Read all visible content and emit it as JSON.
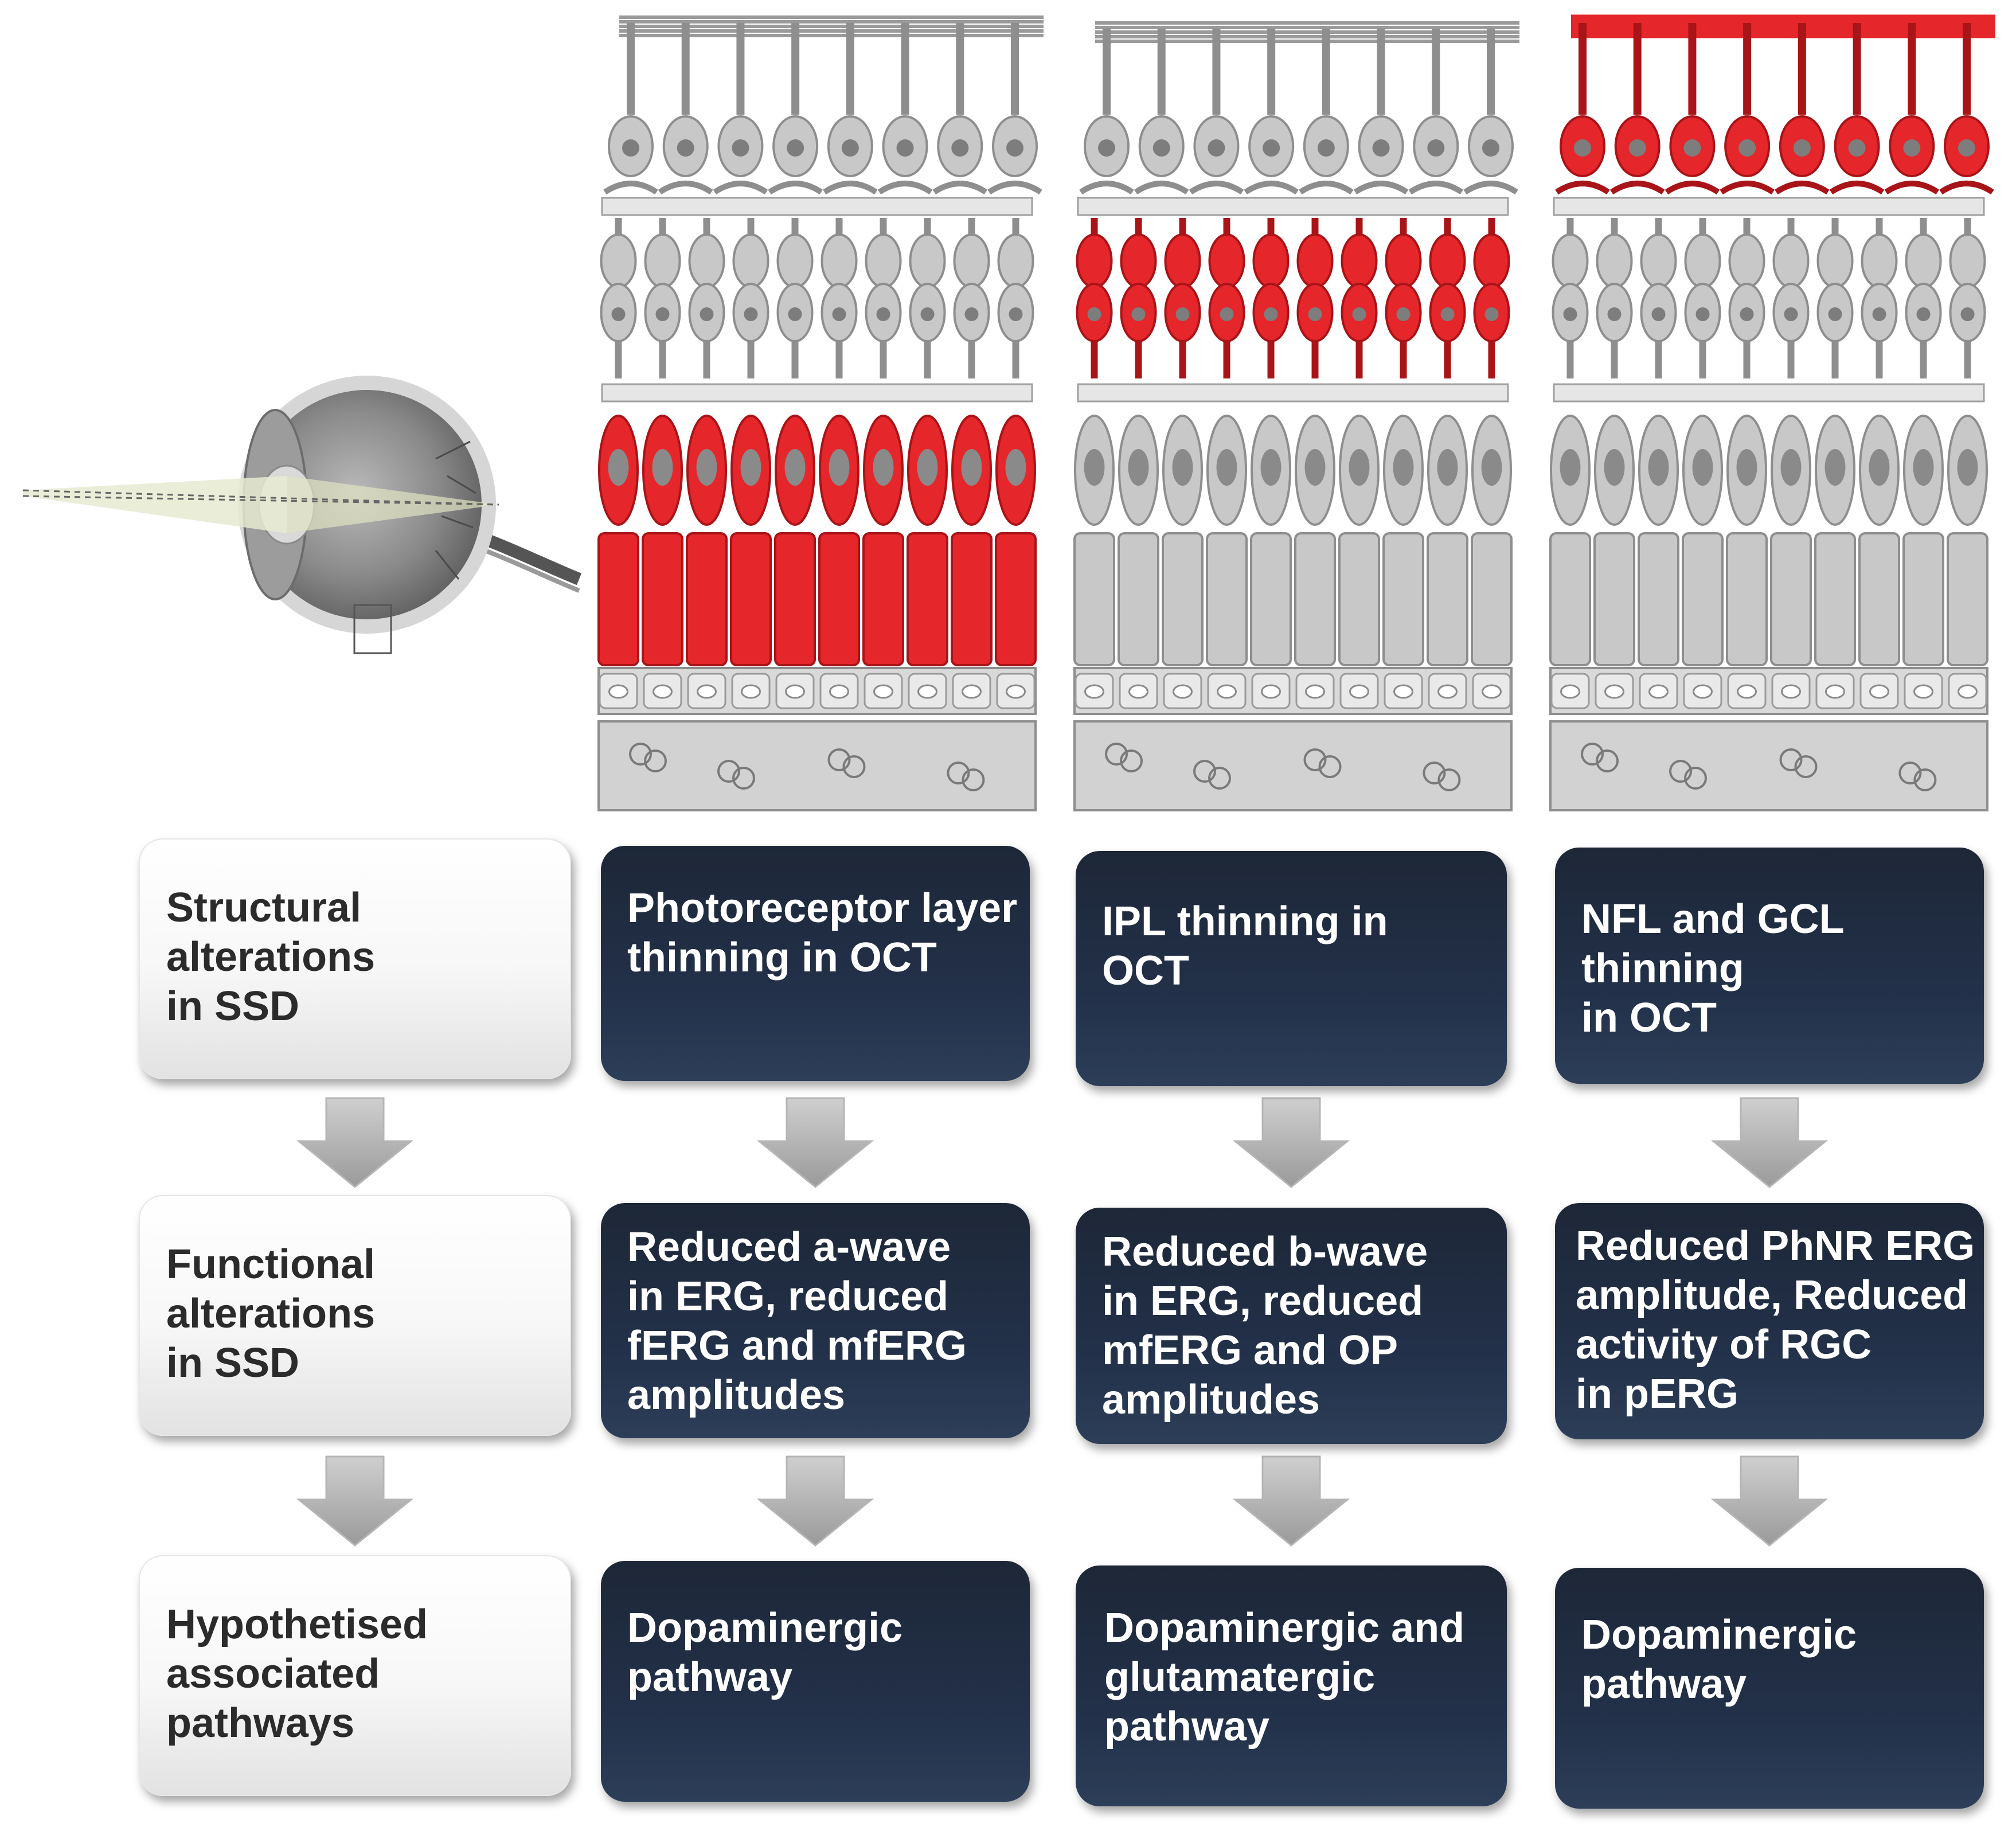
{
  "colors": {
    "highlight": "#e5262b",
    "neuron_fill": "#c8c8c8",
    "neuron_stroke": "#8e8e8e",
    "dark_box": "#1f2a3c",
    "light_box": "#f4f4f4",
    "arrow": "#a8a8a8"
  },
  "rows": {
    "structural": "Structural\nalterations\nin SSD",
    "functional": "Functional\nalterations\nin SSD",
    "pathways": "Hypothetised\nassociated\npathways"
  },
  "columns": [
    {
      "highlighted_layer": "photoreceptor",
      "structural": "Photoreceptor layer\nthinning in OCT",
      "functional": "Reduced a-wave\nin ERG, reduced\nfERG and mfERG\n amplitudes",
      "pathway": "Dopaminergic\npathway"
    },
    {
      "highlighted_layer": "bipolar",
      "structural": "IPL thinning in\nOCT",
      "functional": "Reduced b-wave\nin ERG, reduced\n mfERG and OP\namplitudes",
      "pathway": "Dopaminergic and\nglutamatergic\npathway"
    },
    {
      "highlighted_layer": "ganglion",
      "structural": "NFL and GCL\nthinning\nin OCT",
      "functional": "Reduced PhNR ERG\namplitude, Reduced\nactivity of RGC\nin pERG",
      "pathway": "Dopaminergic\npathway"
    }
  ]
}
